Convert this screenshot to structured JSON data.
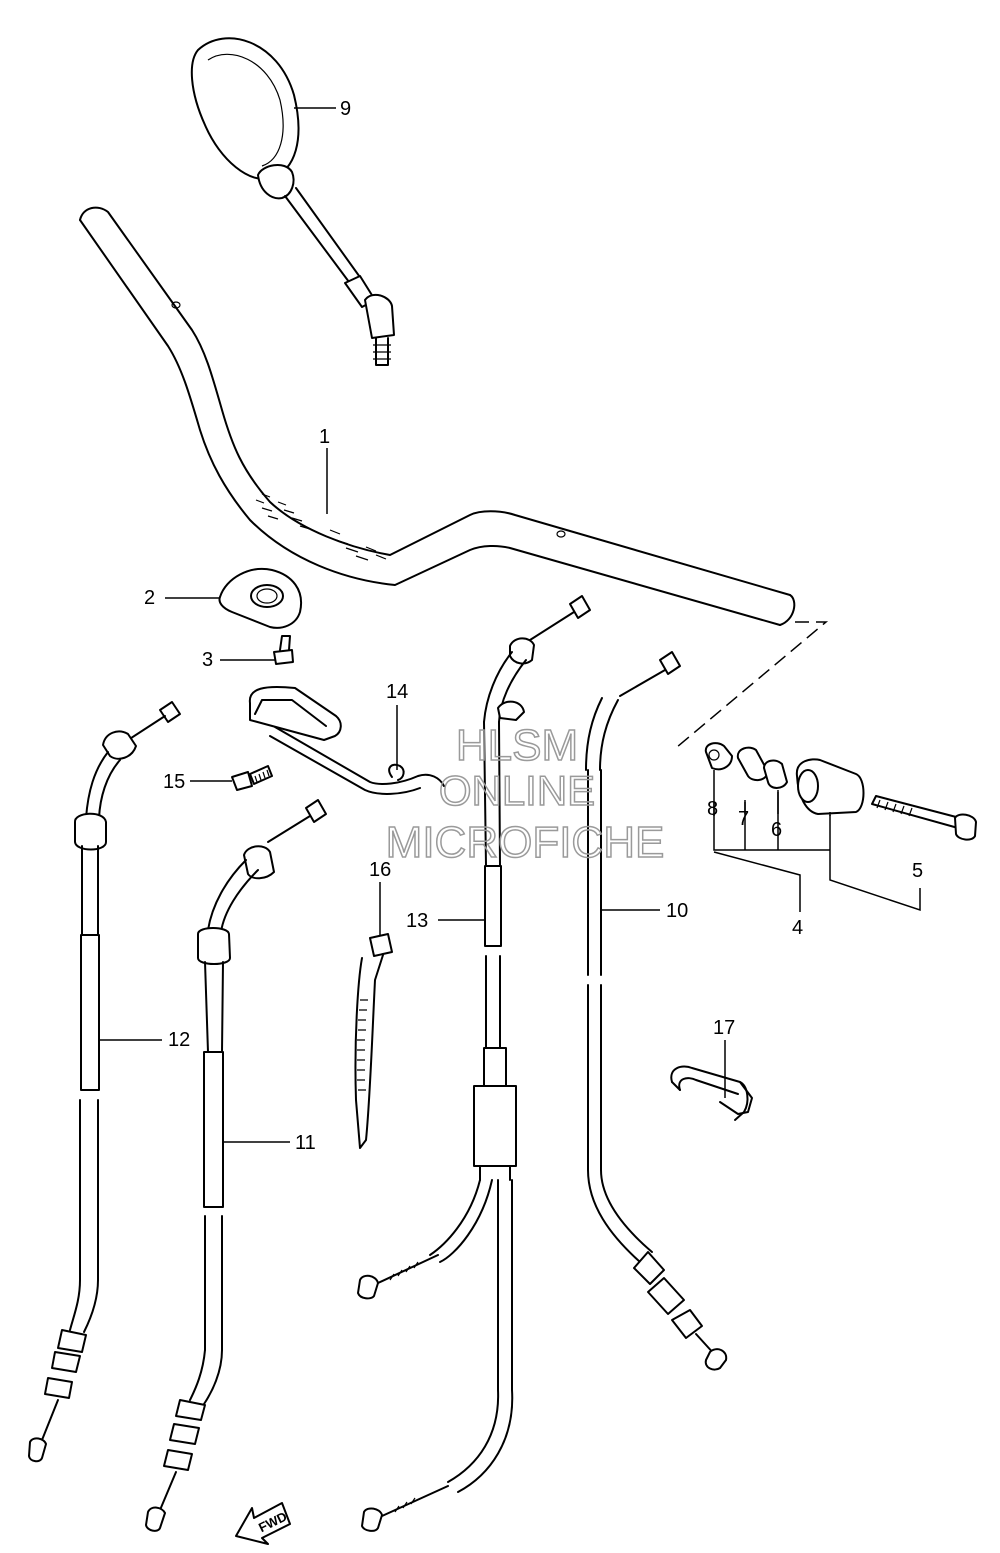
{
  "callouts": {
    "c1": "1",
    "c2": "2",
    "c3": "3",
    "c4": "4",
    "c5": "5",
    "c6": "6",
    "c7": "7",
    "c8": "8",
    "c9": "9",
    "c10": "10",
    "c11": "11",
    "c12": "12",
    "c13": "13",
    "c14": "14",
    "c15": "15",
    "c16": "16",
    "c17": "17"
  },
  "watermark": {
    "line1": "HLSM",
    "line2": "ONLINE",
    "line3": "MICROFICHE"
  },
  "direction_badge": "FWD"
}
